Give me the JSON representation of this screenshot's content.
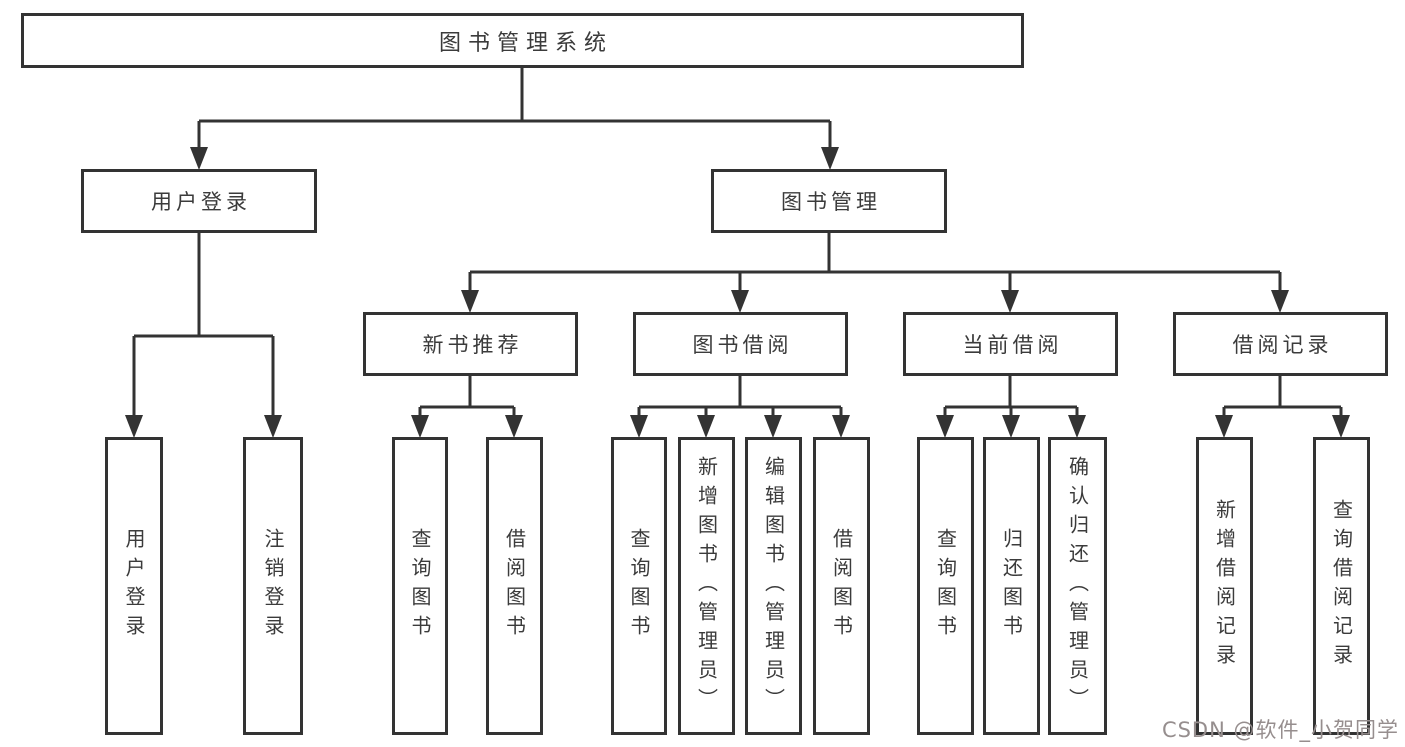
{
  "colors": {
    "border": "#333333",
    "line": "#333333",
    "text": "#3b3b3b",
    "background": "#ffffff",
    "watermark": "#968e8e"
  },
  "watermark": {
    "text": "CSDN @软件_小贺同学"
  },
  "tree": {
    "label": "图书管理系统",
    "children": [
      {
        "label": "用户登录",
        "children": [
          {
            "label": "用户登录"
          },
          {
            "label": "注销登录"
          }
        ]
      },
      {
        "label": "图书管理",
        "children": [
          {
            "label": "新书推荐",
            "children": [
              {
                "label": "查询图书"
              },
              {
                "label": "借阅图书"
              }
            ]
          },
          {
            "label": "图书借阅",
            "children": [
              {
                "label": "查询图书"
              },
              {
                "label": "新增图书（管理员）"
              },
              {
                "label": "编辑图书（管理员）"
              },
              {
                "label": "借阅图书"
              }
            ]
          },
          {
            "label": "当前借阅",
            "children": [
              {
                "label": "查询图书"
              },
              {
                "label": "归还图书"
              },
              {
                "label": "确认归还（管理员）"
              }
            ]
          },
          {
            "label": "借阅记录",
            "children": [
              {
                "label": "新增借阅记录"
              },
              {
                "label": "查询借阅记录"
              }
            ]
          }
        ]
      }
    ]
  }
}
